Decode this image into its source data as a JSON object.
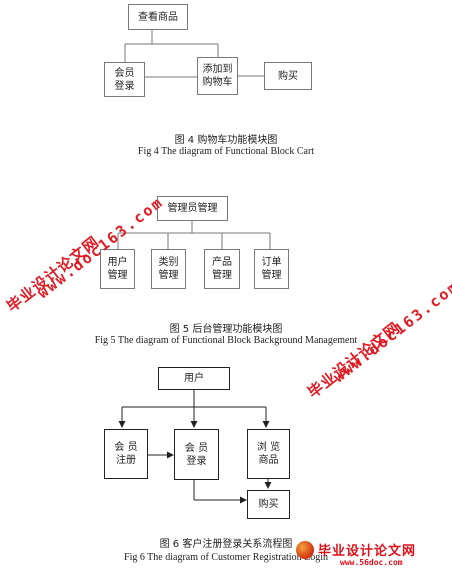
{
  "fig4": {
    "nodes": {
      "view": "查看商品",
      "member_login": "会员\n登录",
      "add_to_cart": "添加到\n购物车",
      "buy": "购买"
    },
    "caption_cn": "图 4 购物车功能模块图",
    "caption_en": "Fig 4 The diagram of Functional Block Cart"
  },
  "fig5": {
    "nodes": {
      "admin": "管理员管理",
      "user": "用户\n管理",
      "category": "类别\n管理",
      "product": "产品\n管理",
      "order": "订单\n管理"
    },
    "caption_cn": "图 5 后台管理功能模块图",
    "caption_en": "Fig 5 The diagram of Functional Block Background Management"
  },
  "fig6": {
    "nodes": {
      "user": "用户",
      "register": "会 员\n注册",
      "login": "会 员\n登录",
      "browse": "浏 览\n商品",
      "buy": "购买"
    },
    "caption_cn": "图 6 客户注册登录关系流程图",
    "caption_en": "Fig 6 The diagram of Customer Registration Login"
  },
  "watermarks": {
    "cn": "毕业设计论文网",
    "url": "www.doc163.com"
  },
  "logo": {
    "cn": "毕业设计论文网",
    "url": "www.56doc.com"
  },
  "colors": {
    "watermark": "#e0101a",
    "box_border": "#7a7a7a"
  }
}
